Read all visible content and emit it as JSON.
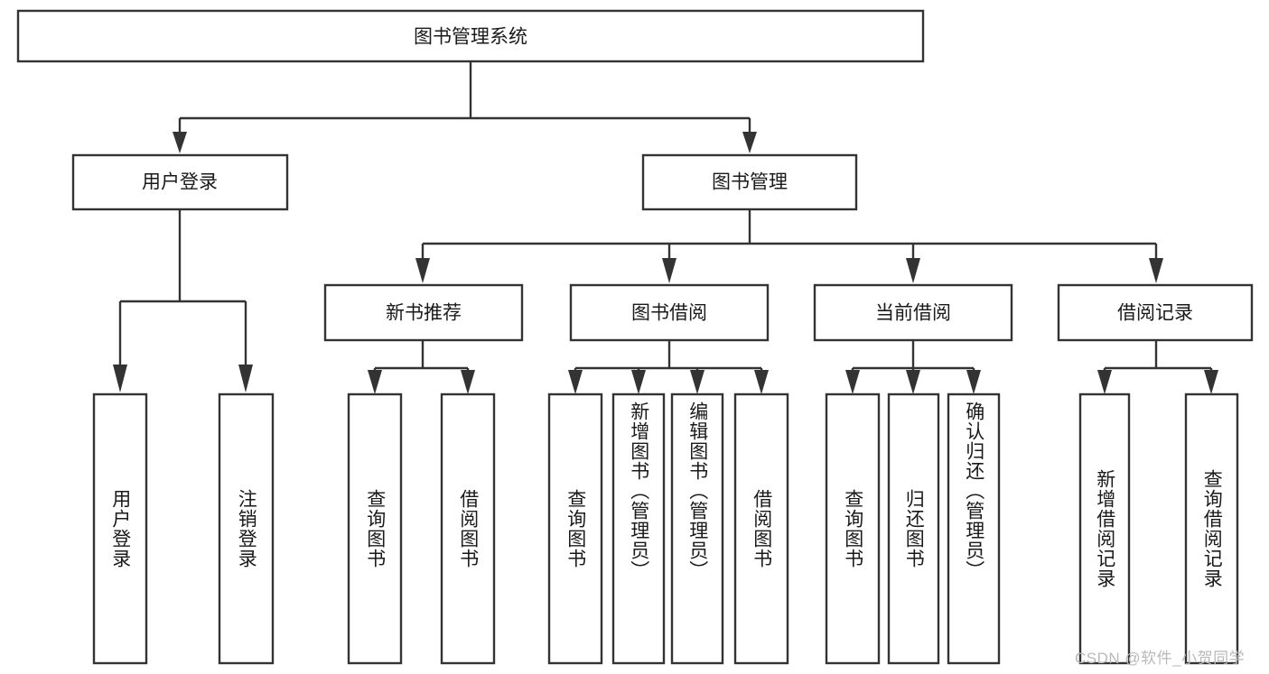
{
  "diagram": {
    "title": "图书管理系统",
    "type": "tree",
    "orientation": "top-down",
    "colors": {
      "box_stroke": "#333333",
      "box_fill": "#ffffff",
      "connector": "#333333",
      "text": "#1a1a1a",
      "watermark": "#b9b9b9",
      "background": "#ffffff"
    },
    "root": {
      "label": "图书管理系统"
    },
    "level2": [
      {
        "label": "用户登录"
      },
      {
        "label": "图书管理"
      }
    ],
    "level3": [
      {
        "label": "新书推荐"
      },
      {
        "label": "图书借阅"
      },
      {
        "label": "当前借阅"
      },
      {
        "label": "借阅记录"
      }
    ],
    "leaves": {
      "user_login": [
        {
          "label": "用户登录"
        },
        {
          "label": "注销登录"
        }
      ],
      "new_book_recommend": [
        {
          "label": "查询图书"
        },
        {
          "label": "借阅图书"
        }
      ],
      "book_borrow": [
        {
          "label": "查询图书"
        },
        {
          "label": "新增图书（管理员）"
        },
        {
          "label": "编辑图书（管理员）"
        },
        {
          "label": "借阅图书"
        }
      ],
      "current_borrow": [
        {
          "label": "查询图书"
        },
        {
          "label": "归还图书"
        },
        {
          "label": "确认归还（管理员）"
        }
      ],
      "borrow_record": [
        {
          "label": "新增借阅记录"
        },
        {
          "label": "查询借阅记录"
        }
      ]
    },
    "watermark": "CSDN @软件_小贺同学"
  }
}
